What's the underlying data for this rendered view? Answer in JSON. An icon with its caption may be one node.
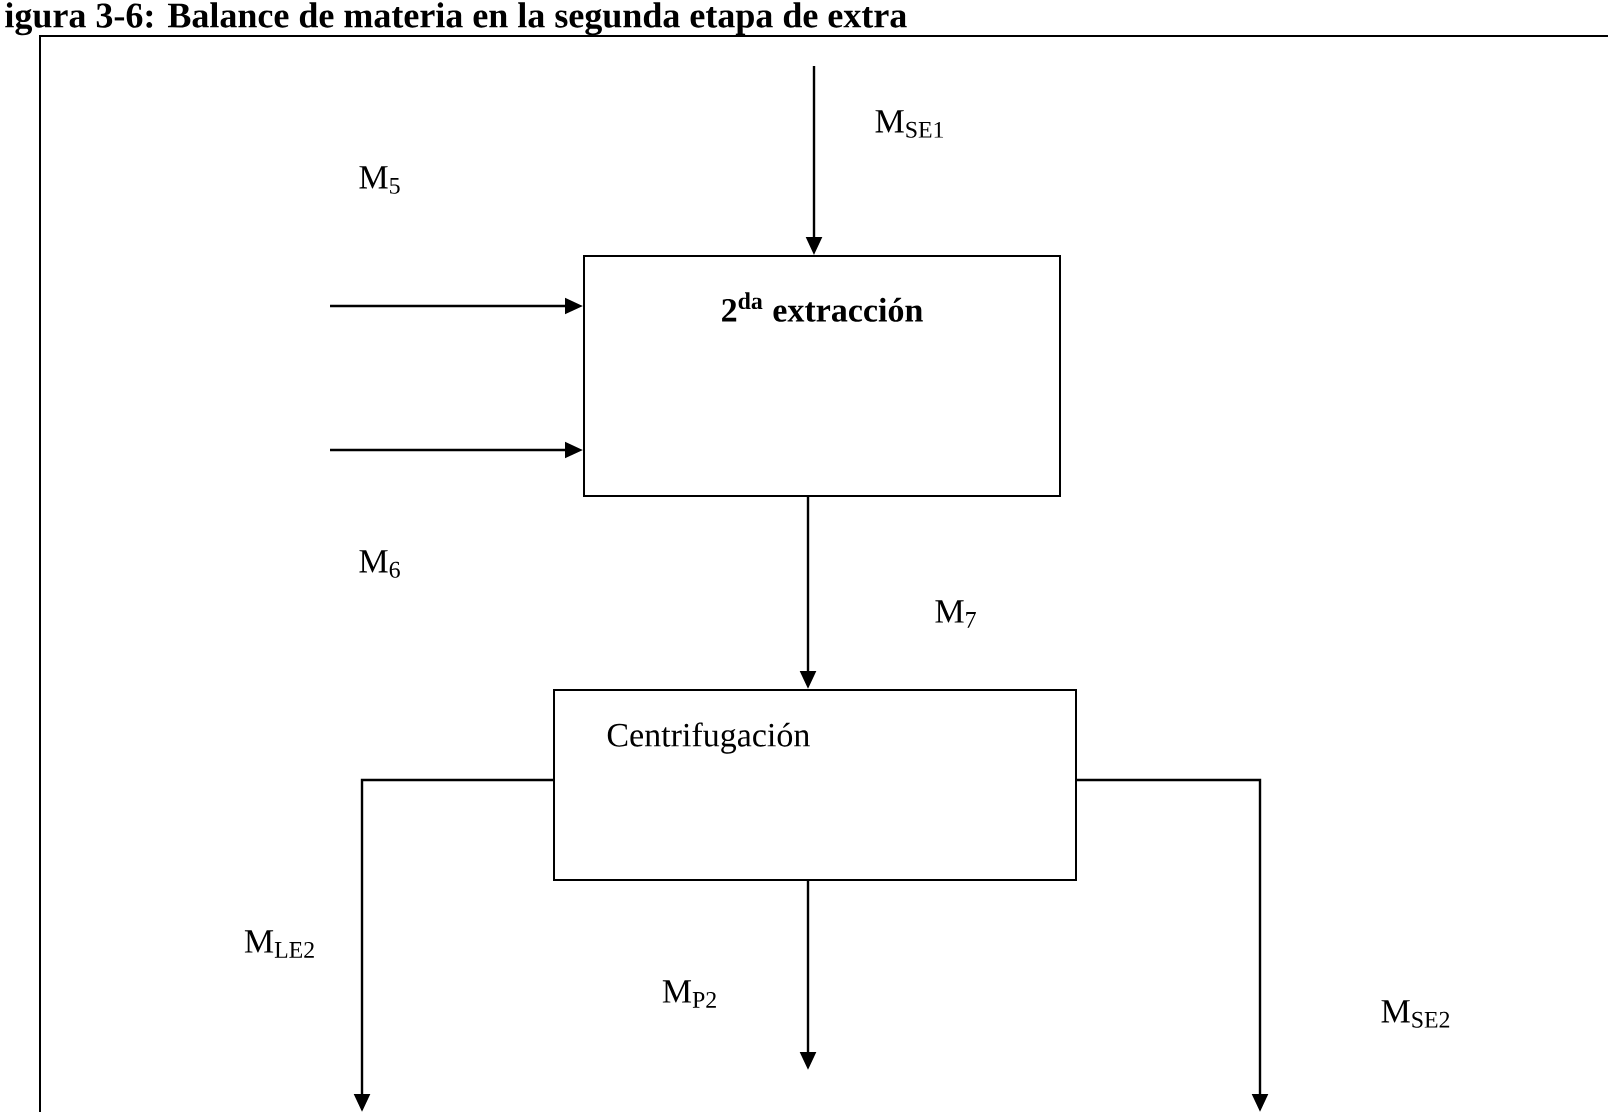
{
  "diagram": {
    "title": "igura 3-6: Balance de materia en la segunda etapa de extra",
    "nodes": [
      {
        "text": [
          "2$^{da}$ extracción"
        ]
      },
      {
        "text": [
          "Centrifugación"
        ]
      }
    ],
    "edges": [
      {
        "from": null,
        "to": 0,
        "arrow": "to",
        "label": "M$_{SE1}$"
      },
      {
        "from": null,
        "to": 0,
        "arrow": "to",
        "label": "M$_{5}$"
      },
      {
        "from": null,
        "to": 0,
        "arrow": "to",
        "label": "M$_{6}$"
      },
      {
        "from": 0,
        "to": 1,
        "arrow": "to",
        "label": "M$_{7}$"
      },
      {
        "from": 1,
        "to": null,
        "arrow": "to",
        "label": "M$_{LE2}$"
      },
      {
        "from": 1,
        "to": null,
        "arrow": "to",
        "label": "M$_{P2}$"
      },
      {
        "from": 1,
        "to": null,
        "arrow": "to",
        "label": "M$_{SE2}$"
      }
    ]
  }
}
